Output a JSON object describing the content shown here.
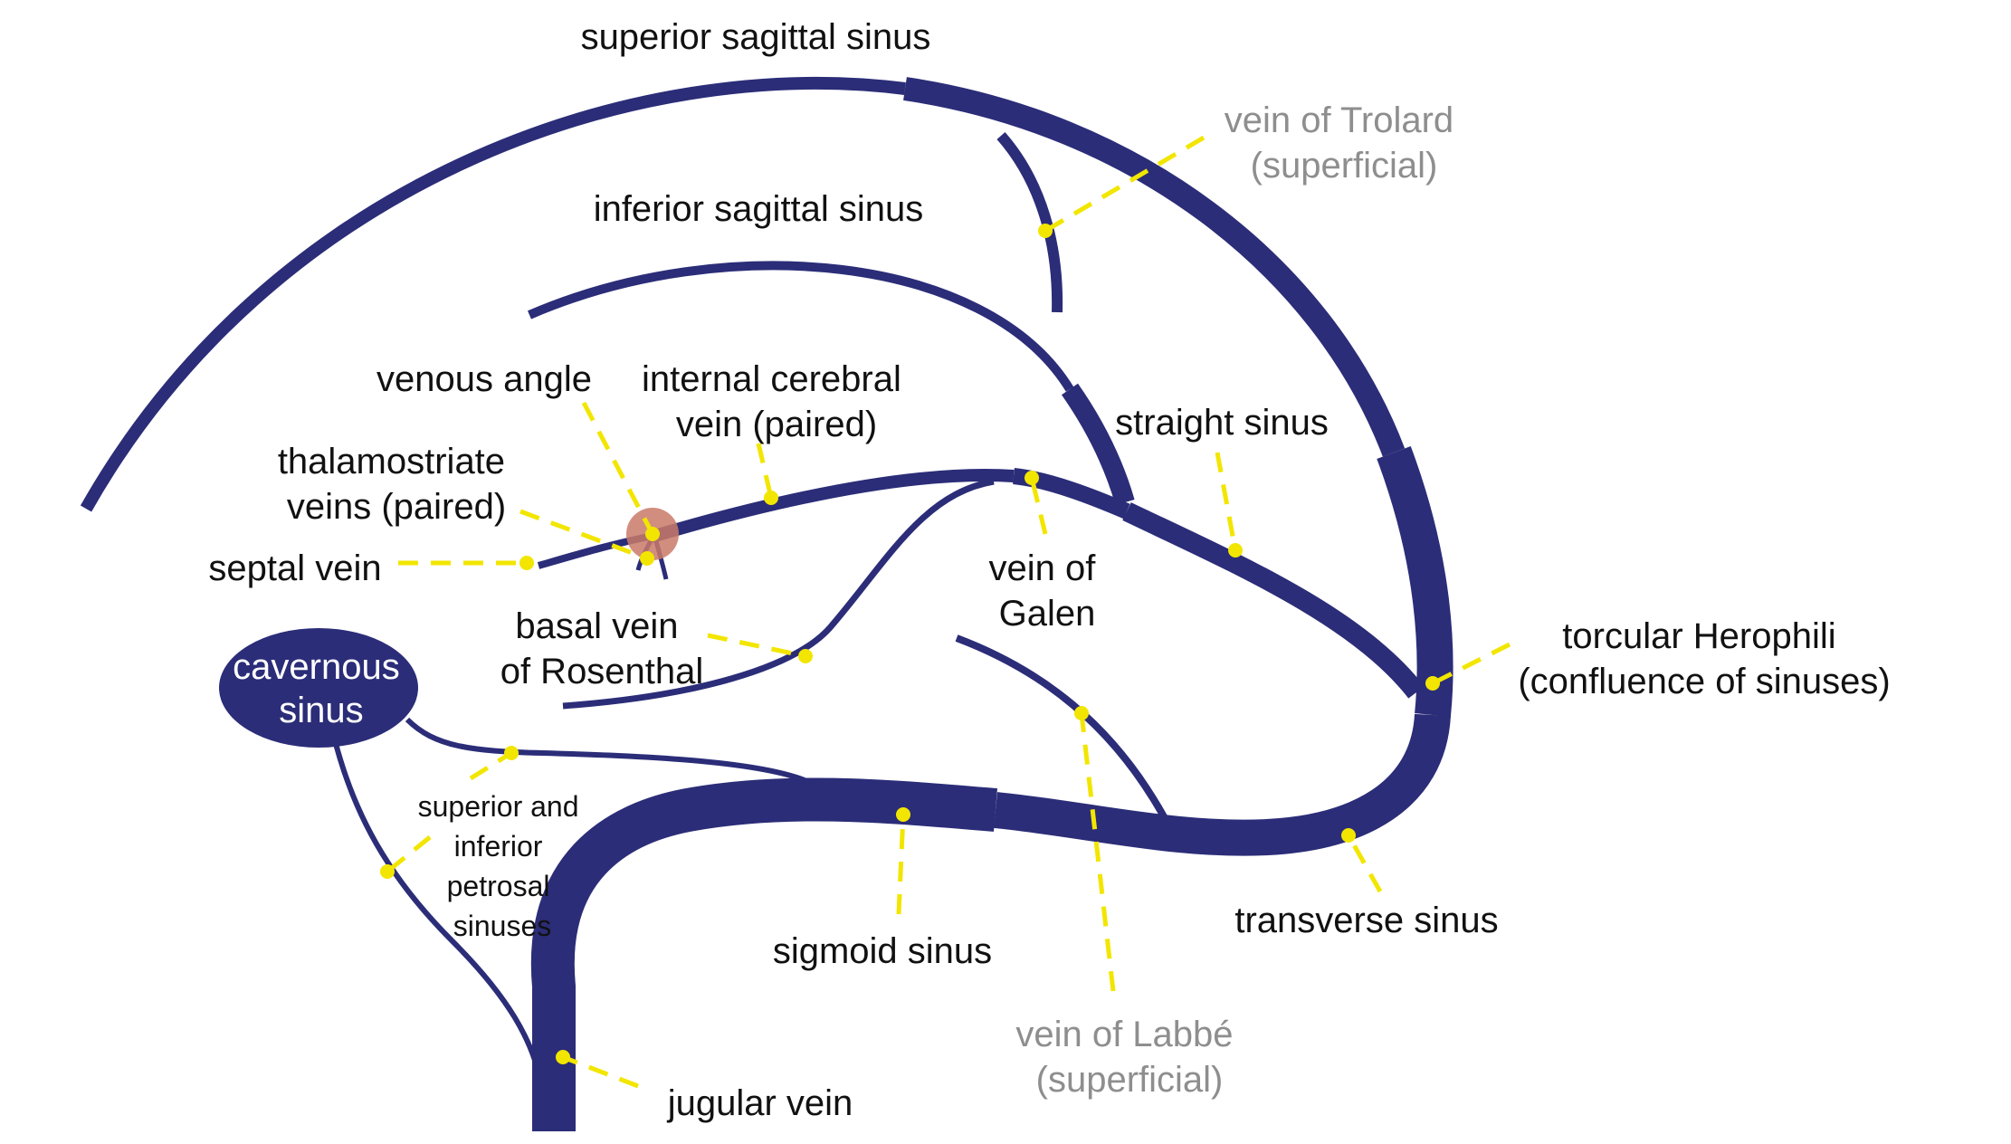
{
  "colors": {
    "vessel": "#2b2d78",
    "vessel_highlight": "#33379a",
    "leader": "#f2e600",
    "label_text": "#111111",
    "label_grey": "#8e8e8e",
    "venous_angle_marker": "#c97a68"
  },
  "labels": {
    "superior_sagittal_sinus": [
      "superior sagittal sinus"
    ],
    "vein_of_trolard": [
      "vein of Trolard",
      "(superficial)"
    ],
    "inferior_sagittal_sinus": [
      "inferior sagittal sinus"
    ],
    "venous_angle": [
      "venous angle"
    ],
    "internal_cerebral_vein": [
      "internal cerebral",
      "vein (paired)"
    ],
    "straight_sinus": [
      "straight sinus"
    ],
    "thalamostriate_veins": [
      "thalamostriate",
      "veins (paired)"
    ],
    "septal_vein": [
      "septal vein"
    ],
    "vein_of_galen": [
      "vein of",
      "Galen"
    ],
    "basal_vein_of_rosenthal": [
      "basal vein",
      "of Rosenthal"
    ],
    "torcular_herophili": [
      "torcular Herophili",
      "(confluence of sinuses)"
    ],
    "cavernous_sinus": [
      "cavernous",
      "sinus"
    ],
    "petrosal_sinuses": [
      "superior and",
      "inferior",
      "petrosal",
      "sinuses"
    ],
    "transverse_sinus": [
      "transverse sinus"
    ],
    "sigmoid_sinus": [
      "sigmoid sinus"
    ],
    "vein_of_labbe": [
      "vein of Labbé",
      "(superficial)"
    ],
    "jugular_vein": [
      "jugular vein"
    ]
  }
}
